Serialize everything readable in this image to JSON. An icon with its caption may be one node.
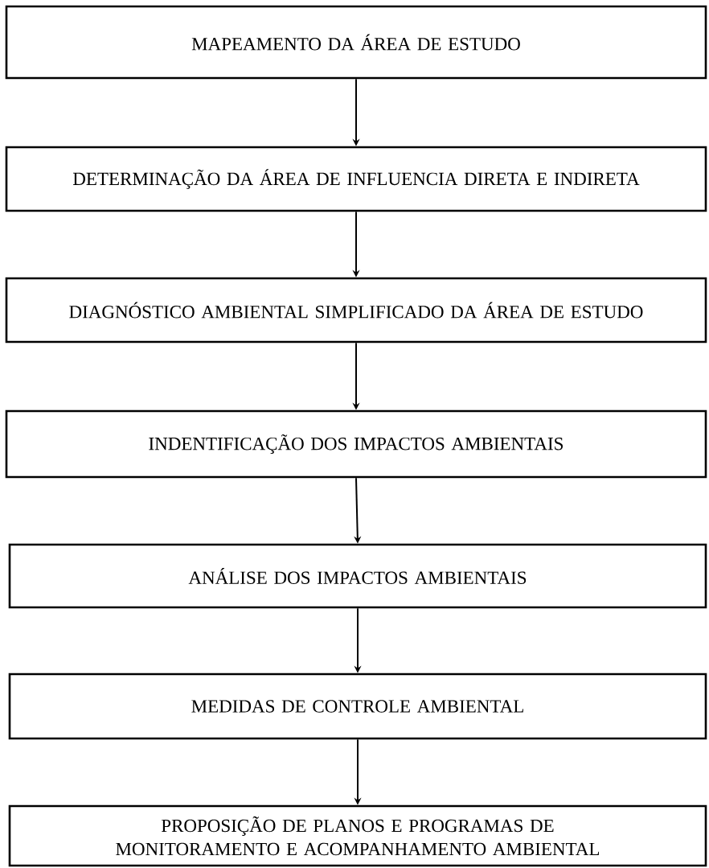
{
  "diagram": {
    "nodes": [
      {
        "text": [
          "MAPEAMENTO DA ÁREA DE ESTUDO"
        ]
      },
      {
        "text": [
          "DETERMINAÇÃO DA ÁREA DE INFLUENCIA DIRETA E INDIRETA"
        ]
      },
      {
        "text": [
          "DIAGNÓSTICO AMBIENTAL SIMPLIFICADO DA ÁREA DE ESTUDO"
        ]
      },
      {
        "text": [
          "INDENTIFICAÇÃO DOS IMPACTOS AMBIENTAIS"
        ]
      },
      {
        "text": [
          "ANÁLISE DOS IMPACTOS AMBIENTAIS"
        ]
      },
      {
        "text": [
          "MEDIDAS DE CONTROLE AMBIENTAL"
        ]
      },
      {
        "text": [
          "PROPOSIÇÃO DE PLANOS E PROGRAMAS DE MONITORAMENTO E ACOMPANHAMENTO AMBIENTAL"
        ]
      }
    ],
    "edges": [
      {
        "from": 0,
        "to": 1,
        "arrow": "to"
      },
      {
        "from": 1,
        "to": 2,
        "arrow": "to"
      },
      {
        "from": 2,
        "to": 3,
        "arrow": "to"
      },
      {
        "from": 3,
        "to": 4,
        "arrow": "to"
      },
      {
        "from": 4,
        "to": 5,
        "arrow": "to"
      },
      {
        "from": 5,
        "to": 6,
        "arrow": "to"
      }
    ]
  }
}
